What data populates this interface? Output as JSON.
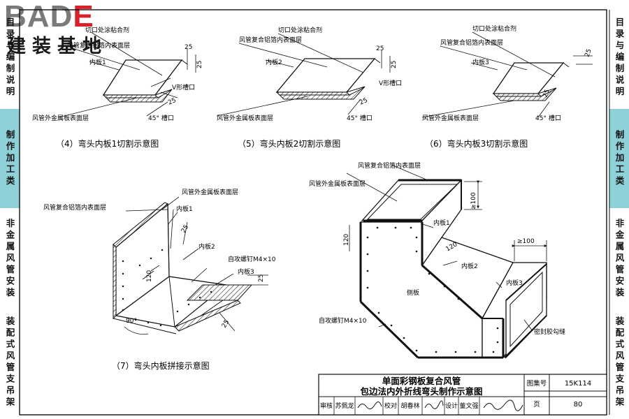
{
  "logo": {
    "brand_b": "BA",
    "brand_d": "D",
    "brand_e": "E",
    "subtitle": "建装基地"
  },
  "side_tabs": [
    {
      "label": "目录与编制说明",
      "active": false
    },
    {
      "label": "制作加工类",
      "active": true
    },
    {
      "label": "非金属风管安装",
      "active": false
    },
    {
      "label": "装配式风管支吊架",
      "active": false
    }
  ],
  "left_tabs": [
    {
      "label": "目录与编制说明"
    },
    {
      "label": "制作加工类"
    },
    {
      "label": "非金属风管安装"
    },
    {
      "label": "装配式风管支吊架"
    }
  ],
  "fig4": {
    "caption": "（4）弯头内板1切割示意图",
    "adhesive": "切口处涂粘合剂",
    "inner_surface": "风管复合铝箔内表面层",
    "plate": "内板1",
    "v_groove": "V形槽口",
    "outer_surface": "风管外金属板表面层",
    "angle": "45° 槽口",
    "dim": "25"
  },
  "fig5": {
    "caption": "（5）弯头内板2切割示意图",
    "adhesive": "切口处涂粘合剂",
    "inner_surface": "风管复合铝箔内表面层",
    "plate": "内板2",
    "v_groove": "V形槽口",
    "outer_surface": "风管外金属板表面层",
    "angle": "45° 槽口",
    "dim": "25"
  },
  "fig6": {
    "caption": "（6）弯头内板3切割示意图",
    "adhesive": "切口处涂粘合剂",
    "inner_surface": "风管复合铝箔内表面层",
    "plate": "内板3",
    "outer_surface": "风管外金属板表面层",
    "angle": "45° 槽口",
    "dim": "25"
  },
  "fig7": {
    "caption": "（7）弯头内板拼接示意图",
    "outer_surface": "风管外金属板表面层",
    "inner_surface": "风管复合铝箔内表面层",
    "plate1": "内板1",
    "plate2": "内板2",
    "plate3": "内板3",
    "screw": "自攻螺钉M4×10",
    "dim_120": "120",
    "dim_25": "25",
    "angle": "90°"
  },
  "fig8": {
    "inner_surface": "风管复合铝箔内表面层",
    "outer_surface": "风管外金属板表面层",
    "plate1": "内板1",
    "plate2": "内板2",
    "plate3": "内板3",
    "side": "侧板",
    "screw": "自攻螺钉M4×10",
    "seal": "密封胶勾缝",
    "dim_100a": "≥100",
    "dim_100b": "≥100",
    "dim_120a": "120",
    "dim_120b": "120"
  },
  "title_block": {
    "title1": "单面彩钢板复合风管",
    "title2": "包边法内外折线弯头制作示意图",
    "atlas_label": "图集号",
    "atlas_no": "15K114",
    "page_label": "页",
    "page_no": "80",
    "review": "审核",
    "reviewer": "苏佩龙",
    "check": "校对",
    "checker": "胡春林",
    "design": "设计",
    "designer": "董文强"
  }
}
